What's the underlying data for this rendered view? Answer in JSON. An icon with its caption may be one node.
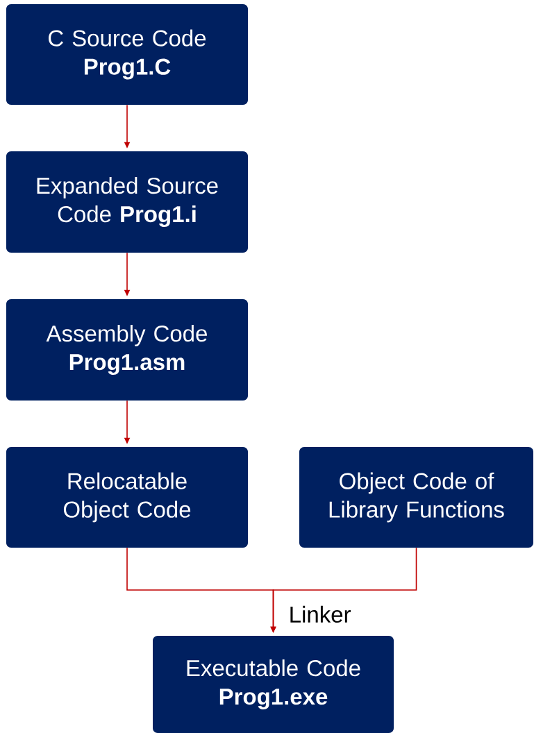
{
  "diagram": {
    "nodes": [
      {
        "text": [
          "C Source Code",
          "Prog1.C"
        ]
      },
      {
        "text": [
          "Expanded Source Code **Prog1.i**"
        ]
      },
      {
        "text": [
          "Assembly Code",
          "Prog1.asm"
        ]
      },
      {
        "text": [
          "Relocatable Object Code"
        ]
      },
      {
        "text": [
          "Object Code of Library Functions"
        ]
      },
      {
        "text": [
          "Executable Code",
          "Prog1.exe"
        ]
      }
    ],
    "edges": [
      {
        "from": 0,
        "to": 1,
        "arrow": "to"
      },
      {
        "from": 1,
        "to": 2,
        "arrow": "to"
      },
      {
        "from": 2,
        "to": 3,
        "arrow": "to"
      },
      {
        "from": 3,
        "to": 5,
        "arrow": "to",
        "label": "Linker"
      },
      {
        "from": 4,
        "to": 5,
        "arrow": "to"
      }
    ]
  }
}
